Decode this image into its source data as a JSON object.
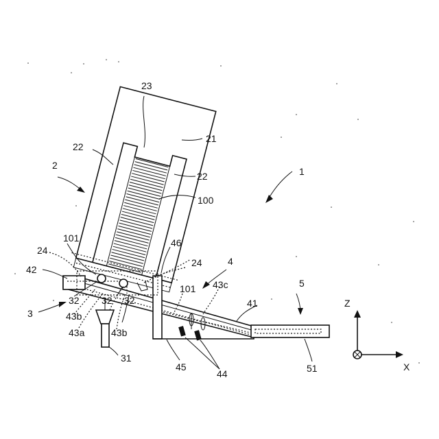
{
  "labels": {
    "l1": "1",
    "l2": "2",
    "l3": "3",
    "l4": "4",
    "l5": "5",
    "l21": "21",
    "l22a": "22",
    "l22b": "22",
    "l23": "23",
    "l24a": "24",
    "l24b": "24",
    "l31": "31",
    "l32a": "32",
    "l32b": "32",
    "l32c": "32",
    "l41": "41",
    "l42": "42",
    "l43a": "43a",
    "l43b1": "43b",
    "l43b2": "43b",
    "l43c": "43c",
    "l44": "44",
    "l45": "45",
    "l46": "46",
    "l51": "51",
    "l100": "100",
    "l101a": "101",
    "l101b": "101"
  },
  "axes": {
    "z": "Z",
    "x": "X"
  }
}
